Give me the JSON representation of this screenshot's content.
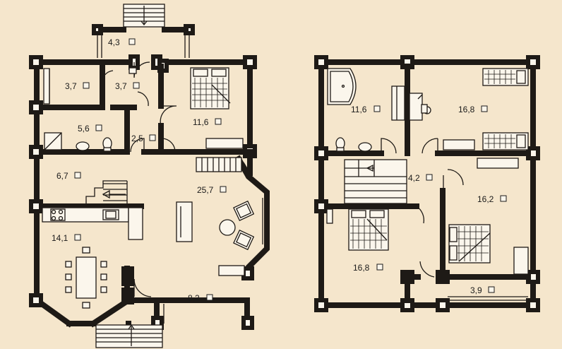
{
  "floors": [
    {
      "name": "ground",
      "rooms": [
        {
          "id": "porch-top",
          "area": "4,3"
        },
        {
          "id": "sauna",
          "area": "3,7"
        },
        {
          "id": "shower",
          "area": "3,7"
        },
        {
          "id": "bathroom",
          "area": "5,6"
        },
        {
          "id": "hall",
          "area": "2,5"
        },
        {
          "id": "bedroom",
          "area": "11,6"
        },
        {
          "id": "stair-hall",
          "area": "6,7"
        },
        {
          "id": "living-room",
          "area": "25,7"
        },
        {
          "id": "kitchen-dining",
          "area": "14,1"
        },
        {
          "id": "terrace",
          "area": "8,2"
        }
      ]
    },
    {
      "name": "upper",
      "rooms": [
        {
          "id": "bathroom",
          "area": "11,6"
        },
        {
          "id": "study-bedroom",
          "area": "16,8"
        },
        {
          "id": "landing",
          "area": "4,2"
        },
        {
          "id": "bedroom-east",
          "area": "16,2"
        },
        {
          "id": "bedroom-southwest",
          "area": "16,8"
        },
        {
          "id": "balcony",
          "area": "3,9"
        }
      ]
    }
  ]
}
